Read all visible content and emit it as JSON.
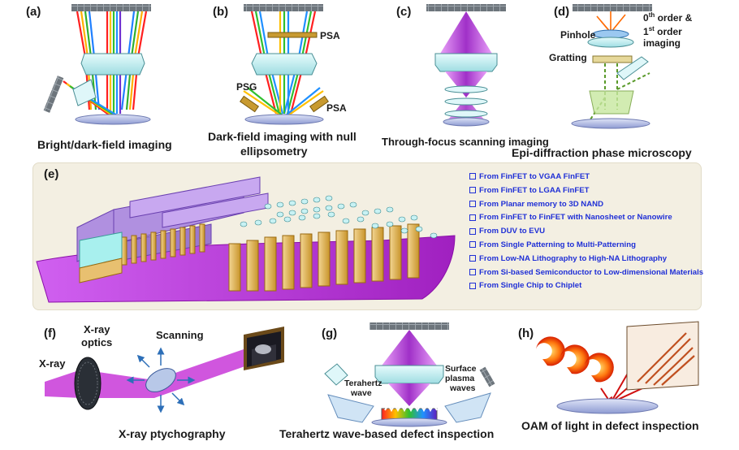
{
  "panels": {
    "a": {
      "letter": "(a)",
      "caption": "Bright/dark-field imaging"
    },
    "b": {
      "letter": "(b)",
      "caption_line1": "Dark-field imaging with null",
      "caption_line2": "ellipsometry",
      "psa_top": "PSA",
      "psg": "PSG",
      "psa_bottom": "PSA"
    },
    "c": {
      "letter": "(c)",
      "caption": "Through-focus scanning imaging"
    },
    "d": {
      "letter": "(d)",
      "caption": "Epi-diffraction phase microscopy",
      "order_line1_a": "0",
      "order_line1_sup": "th",
      "order_line1_b": " order &",
      "order_line2_a": "1",
      "order_line2_sup": "st",
      "order_line2_b": " order",
      "order_line3": "imaging",
      "pinhole": "Pinhole",
      "grating": "Gratting"
    },
    "e": {
      "letter": "(e)"
    },
    "f": {
      "letter": "(f)",
      "caption": "X-ray ptychography",
      "xray": "X-ray",
      "optics_line1": "X-ray",
      "optics_line2": "optics",
      "scanning": "Scanning"
    },
    "g": {
      "letter": "(g)",
      "caption": "Terahertz wave-based defect inspection",
      "thz_line1": "Terahertz",
      "thz_line2": "wave",
      "spw_line1": "Surface",
      "spw_line2": "plasma",
      "spw_line3": "waves"
    },
    "h": {
      "letter": "(h)",
      "caption": "OAM of light in defect inspection"
    }
  },
  "trends": [
    "From FinFET to VGAA FinFET",
    "From FinFET to LGAA FinFET",
    "From Planar memory to 3D NAND",
    "From FinFET to FinFET with Nanosheet or Nanowire",
    "From DUV to EVU",
    "From Single Patterning to Multi-Patterning",
    "From Low-NA Lithography to High-NA Lithography",
    "From Si-based Semiconductor to Low-dimensional Materials",
    "From Single Chip to Chiplet"
  ],
  "colors": {
    "trend_text": "#1f2fd6",
    "lens": "#bfeff2",
    "cone": "#c060e0",
    "wafer": "#b8c2e8",
    "substrate": "#c040e0",
    "fin": "#e8c070",
    "gate": "#b090e0",
    "beam_green": "#5a9a2a"
  }
}
